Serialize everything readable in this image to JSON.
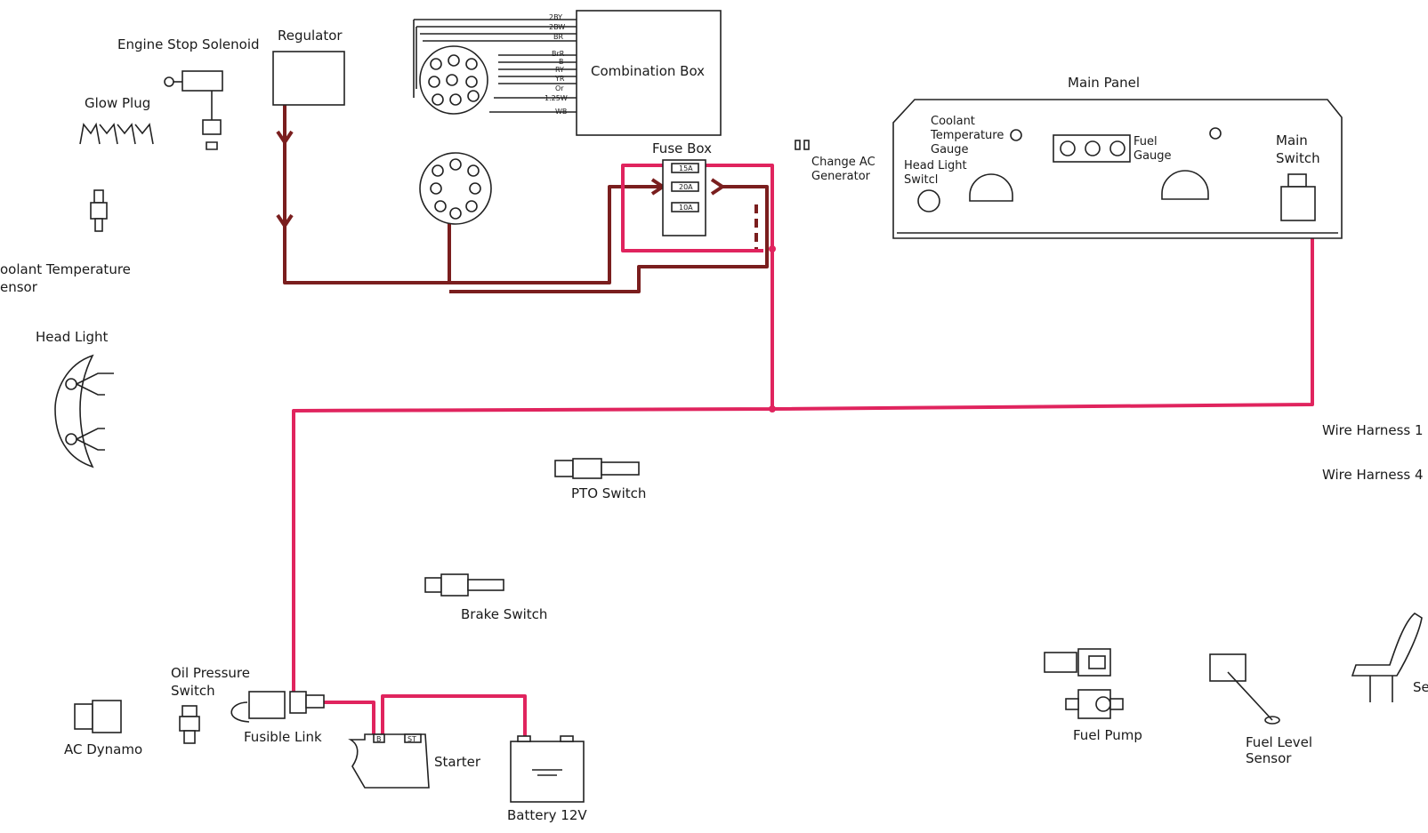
{
  "components": {
    "engine_stop_solenoid": "Engine Stop Solenoid",
    "regulator": "Regulator",
    "combination_box": "Combination Box",
    "glow_plug": "Glow Plug",
    "coolant_temp_sensor_1": "oolant Temperature",
    "coolant_temp_sensor_2": "ensor",
    "fuse_box": "Fuse Box",
    "change_ac_1": "Change AC",
    "change_ac_2": "Generator",
    "main_panel": "Main Panel",
    "coolant_gauge_1": "Coolant",
    "coolant_gauge_2": "Temperature",
    "coolant_gauge_3": "Gauge",
    "head_light_switch_1": "Head Light",
    "head_light_switch_2": "Switcl",
    "fuel_gauge_1": "Fuel",
    "fuel_gauge_2": "Gauge",
    "main_switch_1": "Main",
    "main_switch_2": "Switch",
    "head_light": "Head Light",
    "wire_harness_1": "Wire Harness 1",
    "wire_harness_4": "Wire Harness 4",
    "pto_switch": "PTO Switch",
    "brake_switch": "Brake Switch",
    "oil_pressure_1": "Oil Pressure",
    "oil_pressure_2": "Switch",
    "fusible_link": "Fusible Link",
    "ac_dynamo": "AC Dynamo",
    "starter": "Starter",
    "battery": "Battery 12V",
    "fuel_pump": "Fuel Pump",
    "fuel_level_1": "Fuel Level",
    "fuel_level_2": "Sensor",
    "seat": "Sea"
  },
  "wire_codes": [
    "2BY",
    "2BW",
    "BR",
    "BrR",
    "B",
    "RY",
    "YR",
    "Or",
    "1.25W",
    "WB"
  ],
  "fuse_ratings": [
    "15A",
    "20A",
    "10A"
  ],
  "starter_terminals": [
    "B",
    "ST"
  ],
  "colors": {
    "power_wire": "#e0245e",
    "charge_wire": "#7a1e1e",
    "line": "#222222"
  }
}
